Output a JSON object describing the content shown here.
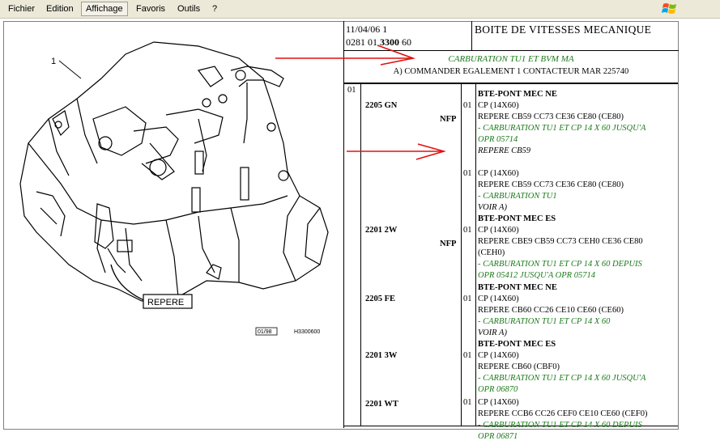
{
  "menubar": {
    "items": [
      "Fichier",
      "Edition",
      "Affichage",
      "Favoris",
      "Outils",
      "?"
    ],
    "active_index": 2
  },
  "drawing": {
    "part_number_label": "1",
    "repere_label": "REPERE",
    "date_label": "01/98",
    "ref_label": "H3300600"
  },
  "document": {
    "date_line": "11/04/06  1",
    "ref_prefix": "0281 01 ",
    "ref_bold": "3300",
    "ref_suffix": " 60",
    "title": "BOITE DE VITESSES MECANIQUE",
    "note_green": "CARBURATION TU1 ET BVM MA",
    "note_black": "A) COMMANDER EGALEMENT 1 CONTACTEUR MAR 225740",
    "first_col": "01",
    "rows": [
      {
        "code": "2205  GN",
        "nfp": "NFP",
        "qty": "01",
        "lines": [
          {
            "t": "BTE-PONT MEC NE",
            "s": "b"
          },
          {
            "t": "CP (14X60)",
            "s": ""
          },
          {
            "t": "REPERE CB59 CC73 CE36 CE80 (CE80)",
            "s": ""
          },
          {
            "t": "- CARBURATION TU1 ET CP 14 X 60 JUSQU'A",
            "s": "g"
          },
          {
            "t": "OPR 05714",
            "s": "g"
          },
          {
            "t": "REPERE CB59",
            "s": "i"
          }
        ]
      },
      {
        "code": "",
        "nfp": "",
        "qty": "01",
        "lines": [
          {
            "t": "CP (14X60)",
            "s": ""
          },
          {
            "t": "REPERE CB59 CC73 CE36 CE80 (CE80)",
            "s": ""
          },
          {
            "t": "- CARBURATION TU1",
            "s": "g"
          },
          {
            "t": "VOIR A)",
            "s": "i"
          }
        ]
      },
      {
        "code": "2201 2W",
        "nfp": "NFP",
        "qty": "01",
        "lines": [
          {
            "t": "BTE-PONT MEC ES",
            "s": "b"
          },
          {
            "t": "CP (14X60)",
            "s": ""
          },
          {
            "t": "REPERE CBE9 CB59 CC73 CEH0 CE36 CE80",
            "s": ""
          },
          {
            "t": "(CEH0)",
            "s": ""
          },
          {
            "t": "- CARBURATION TU1 ET CP 14 X 60 DEPUIS",
            "s": "g"
          },
          {
            "t": "OPR 05412 JUSQU'A OPR 05714",
            "s": "g"
          }
        ]
      },
      {
        "code": "2205 FE",
        "nfp": "",
        "qty": "01",
        "lines": [
          {
            "t": "BTE-PONT MEC NE",
            "s": "b"
          },
          {
            "t": "CP (14X60)",
            "s": ""
          },
          {
            "t": "REPERE CB60 CC26 CE10 CE60 (CE60)",
            "s": ""
          },
          {
            "t": "- CARBURATION TU1 ET CP 14 X 60",
            "s": "g"
          },
          {
            "t": "VOIR A)",
            "s": "i"
          }
        ]
      },
      {
        "code": "2201 3W",
        "nfp": "",
        "qty": "01",
        "lines": [
          {
            "t": "BTE-PONT MEC ES",
            "s": "b"
          },
          {
            "t": "CP (14X60)",
            "s": ""
          },
          {
            "t": "REPERE CB60 (CBF0)",
            "s": ""
          },
          {
            "t": "- CARBURATION TU1 ET CP 14 X 60 JUSQU'A",
            "s": "g"
          },
          {
            "t": "OPR 06870",
            "s": "g"
          }
        ]
      },
      {
        "code": "2201 WT",
        "nfp": "",
        "qty": "01",
        "lines": [
          {
            "t": "CP (14X60)",
            "s": ""
          },
          {
            "t": "REPERE CCB6 CC26 CEF0 CE10 CE60 (CEF0)",
            "s": ""
          },
          {
            "t": "- CARBURATION TU1 ET CP 14 X 60 DEPUIS",
            "s": "g"
          },
          {
            "t": "OPR 06871",
            "s": "g"
          }
        ]
      }
    ]
  },
  "colors": {
    "green_note": "#1a7a1a",
    "arrow": "#e01010"
  }
}
